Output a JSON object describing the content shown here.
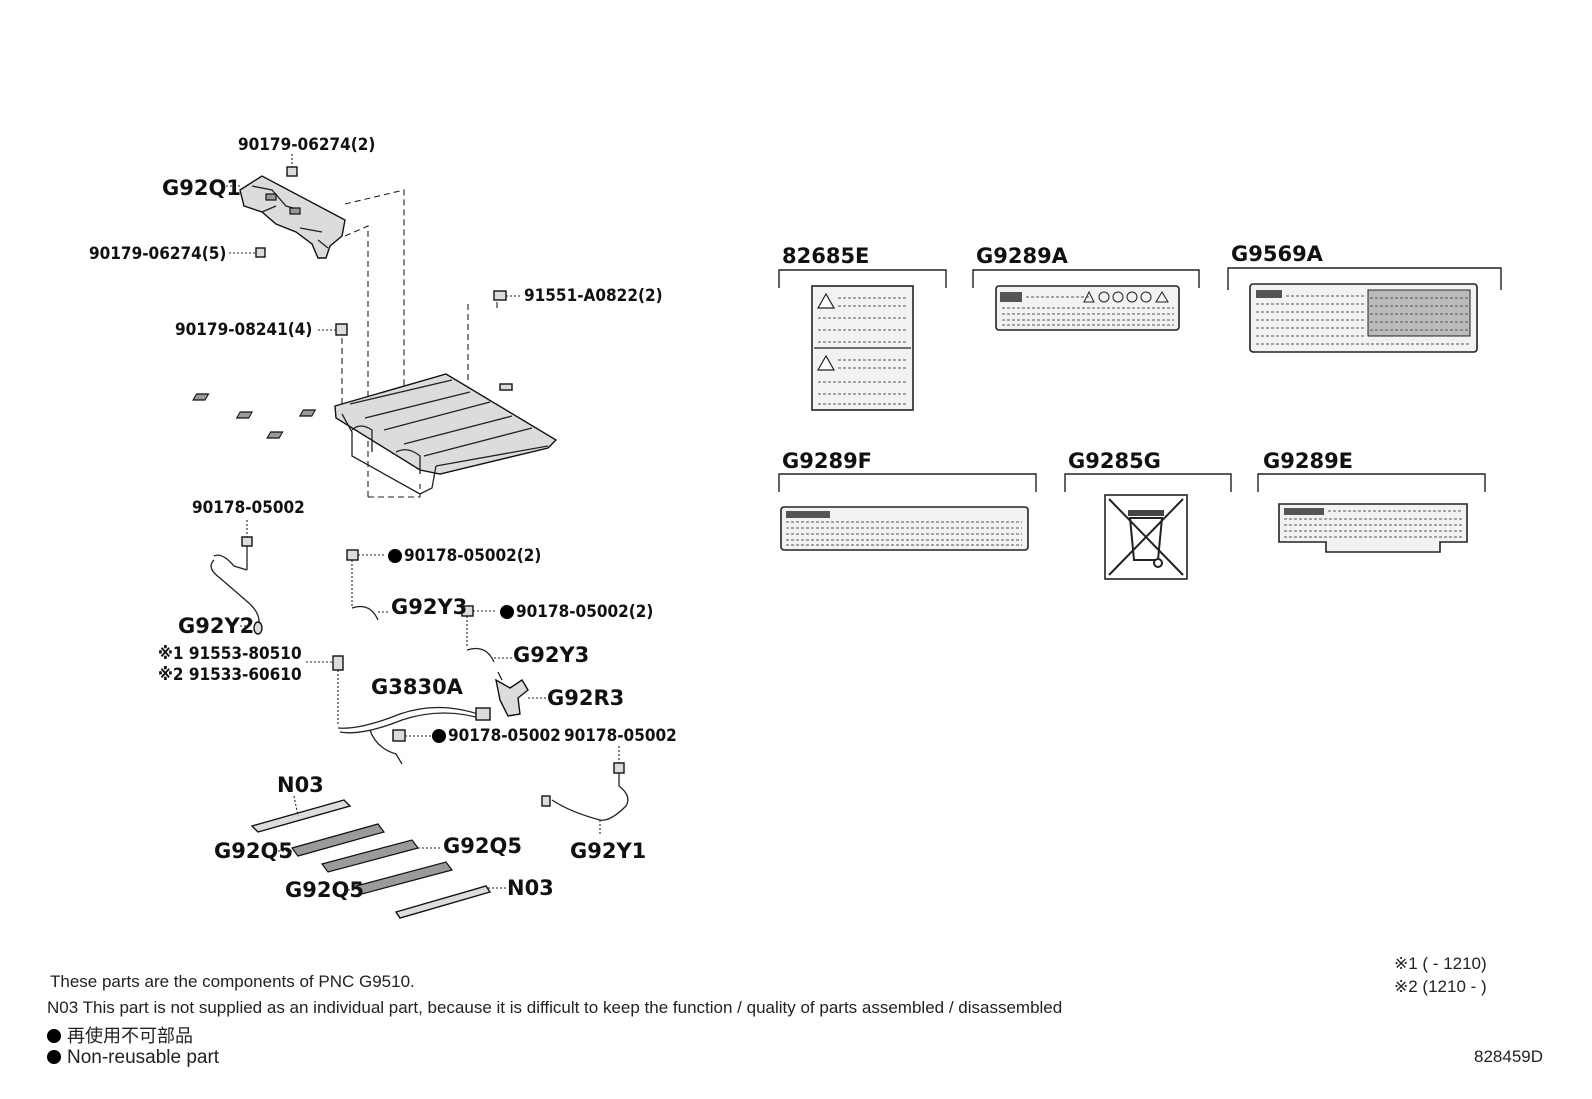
{
  "parts": {
    "p_90179_06274_2": "90179-06274(2)",
    "p_G92Q1": "G92Q1",
    "p_90179_06274_5": "90179-06274(5)",
    "p_91551_A0822": "91551-A0822(2)",
    "p_90179_08241": "90179-08241(4)",
    "p_90178_05002_a": "90178-05002",
    "p_90178_05002_2a": "90178-05002(2)",
    "p_G92Y3_a": "G92Y3",
    "p_G92Y2": "G92Y2",
    "p_90178_05002_2b": "90178-05002(2)",
    "p_G92Y3_b": "G92Y3",
    "p_91553": "※1 91553-80510",
    "p_91533": "※2 91533-60610",
    "p_G3830A": "G3830A",
    "p_G92R3": "G92R3",
    "p_90178_05002_b": "90178-05002",
    "p_90178_05002_c": "90178-05002",
    "p_N03_a": "N03",
    "p_G92Q5_a": "G92Q5",
    "p_G92Q5_b": "G92Q5",
    "p_G92Y1": "G92Y1",
    "p_G92Q5_c": "G92Q5",
    "p_N03_b": "N03"
  },
  "labels": {
    "l_82685E": "82685E",
    "l_G9289A": "G9289A",
    "l_G9569A": "G9569A",
    "l_G9289F": "G9289F",
    "l_G9285G": "G9285G",
    "l_G9289E": "G9289E"
  },
  "notes": {
    "line1": "These parts are the components  of PNC G9510.",
    "line2": "N03 This part is not supplied as an individual part, because it is difficult to keep the function / quality of parts assembled / disassembled",
    "line3": "再使用不可部品",
    "line4": "Non-reusable part",
    "footnote1": "※1 (     - 1210)",
    "footnote2": "※2 (1210 -     )",
    "diagram_id": "828459D"
  }
}
